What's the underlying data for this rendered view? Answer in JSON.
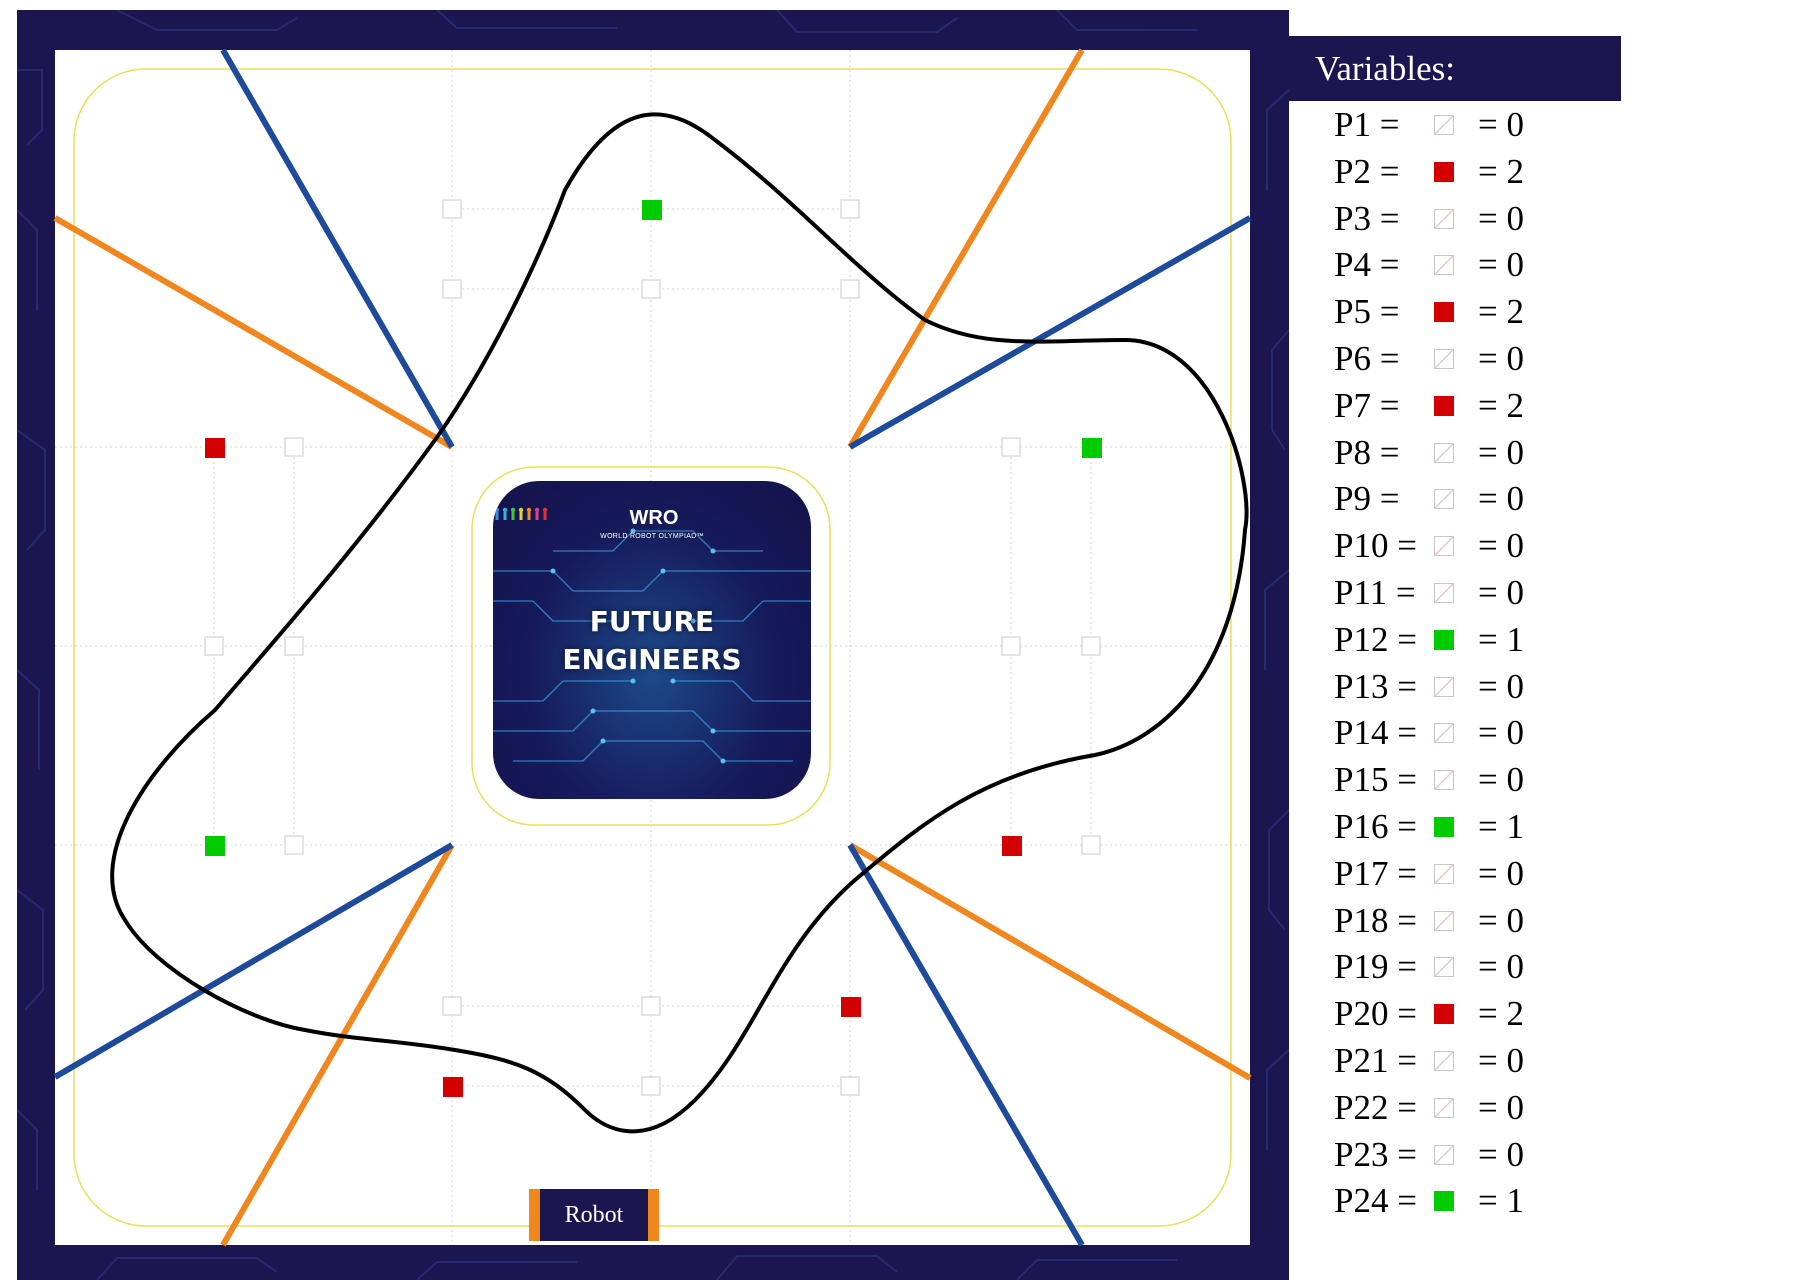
{
  "field": {
    "card_logo": "WRO",
    "card_logo_sub": "WORLD ROBOT OLYMPIAD™",
    "card_title_line1": "FUTURE",
    "card_title_line2": "ENGINEERS",
    "robot_label": "Robot"
  },
  "colors": {
    "board_border": "#1b1550",
    "blue_line": "#1e4a9c",
    "orange_line": "#f0861e",
    "red_pillar": "#d40000",
    "green_pillar": "#00cc00",
    "path": "#000000"
  },
  "variables": {
    "title": "Variables:",
    "items": [
      {
        "label": "P1 =",
        "value": "= 0",
        "color": "none"
      },
      {
        "label": "P2 =",
        "value": "= 2",
        "color": "red"
      },
      {
        "label": "P3 =",
        "value": "= 0",
        "color": "none"
      },
      {
        "label": "P4 =",
        "value": "= 0",
        "color": "none"
      },
      {
        "label": "P5 =",
        "value": "= 2",
        "color": "red"
      },
      {
        "label": "P6 =",
        "value": "= 0",
        "color": "none"
      },
      {
        "label": "P7 =",
        "value": "= 2",
        "color": "red"
      },
      {
        "label": "P8 =",
        "value": "= 0",
        "color": "none"
      },
      {
        "label": "P9 =",
        "value": "= 0",
        "color": "none"
      },
      {
        "label": "P10 =",
        "value": "= 0",
        "color": "none"
      },
      {
        "label": "P11 =",
        "value": "= 0",
        "color": "none"
      },
      {
        "label": "P12 =",
        "value": "= 1",
        "color": "green"
      },
      {
        "label": "P13 =",
        "value": "= 0",
        "color": "none"
      },
      {
        "label": "P14 =",
        "value": "= 0",
        "color": "none"
      },
      {
        "label": "P15 =",
        "value": "= 0",
        "color": "none"
      },
      {
        "label": "P16 =",
        "value": "= 1",
        "color": "green"
      },
      {
        "label": "P17 =",
        "value": "= 0",
        "color": "none"
      },
      {
        "label": "P18 =",
        "value": "= 0",
        "color": "none"
      },
      {
        "label": "P19 =",
        "value": "= 0",
        "color": "none"
      },
      {
        "label": "P20 =",
        "value": "= 2",
        "color": "red"
      },
      {
        "label": "P21 =",
        "value": "= 0",
        "color": "none"
      },
      {
        "label": "P22 =",
        "value": "= 0",
        "color": "none"
      },
      {
        "label": "P23 =",
        "value": "= 0",
        "color": "none"
      },
      {
        "label": "P24 =",
        "value": "= 1",
        "color": "green"
      }
    ]
  }
}
